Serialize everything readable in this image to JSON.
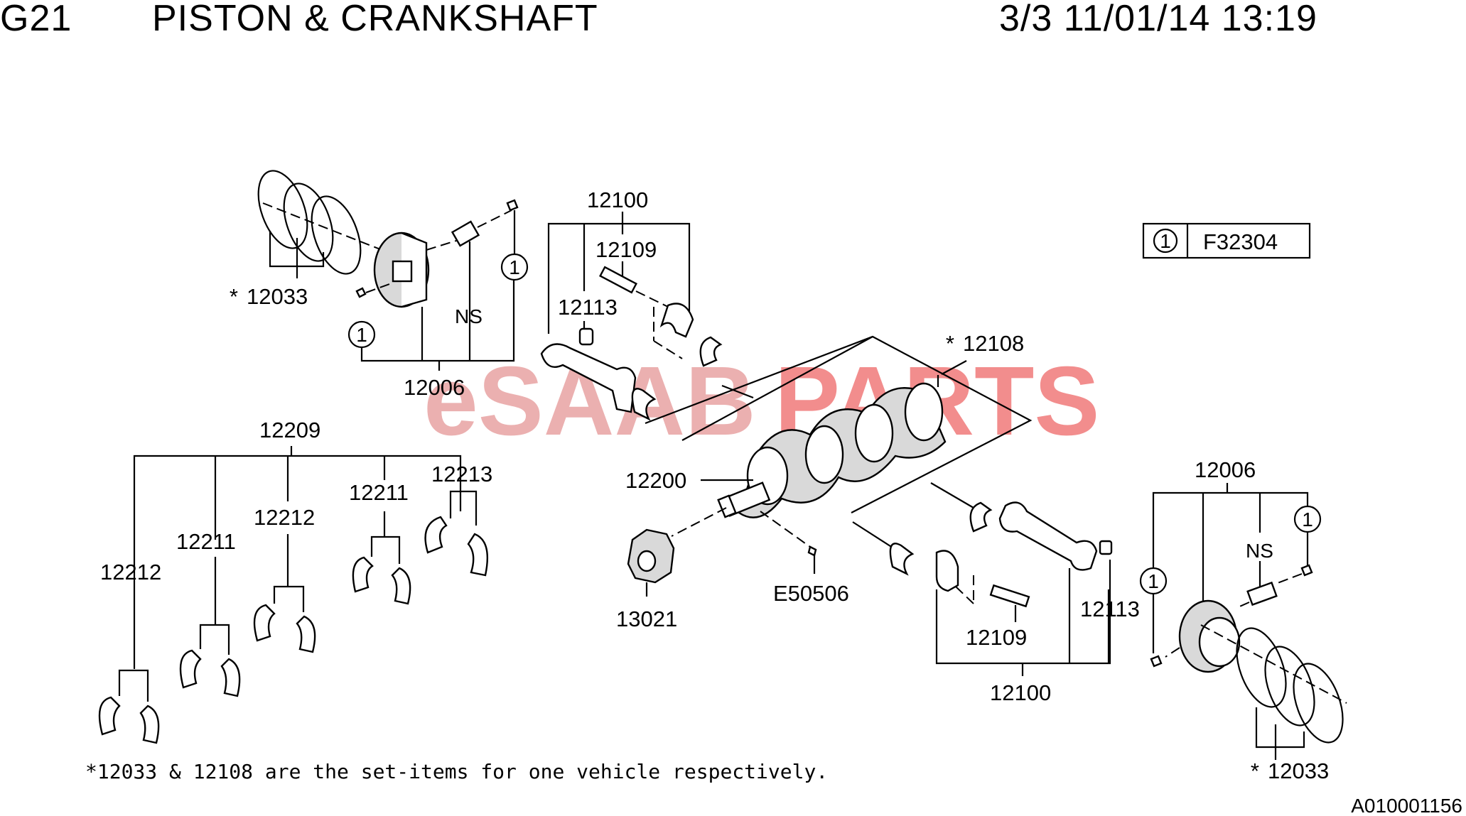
{
  "header": {
    "code": "G21",
    "title": "PISTON & CRANKSHAFT",
    "page_date": "3/3 11/01/14 13:19"
  },
  "legend": {
    "symbol": "1",
    "code": "F32304"
  },
  "watermark": {
    "part1": "eSAAB",
    "part2": "PARTS",
    "color1": "#e8a3a3",
    "color2": "#f07a7a"
  },
  "parts": {
    "p12100_top": "12100",
    "p12109_top": "12109",
    "p12113_top": "12113",
    "p12033_left": "12033",
    "p12006_left": "12006",
    "ns_left": "NS",
    "p12108": "12108",
    "p12209": "12209",
    "p12213": "12213",
    "p12211_a": "12211",
    "p12212_a": "12212",
    "p12211_b": "12211",
    "p12212_b": "12212",
    "p12200": "12200",
    "p13021": "13021",
    "e50506": "E50506",
    "p12006_right": "12006",
    "ns_right": "NS",
    "p12113_bot": "12113",
    "p12109_bot": "12109",
    "p12100_bot": "12100",
    "p12033_right": "12033",
    "circle1": "1"
  },
  "footnote": "*12033 & 12108 are the set-items for one vehicle respectively.",
  "diagram_code": "A010001156"
}
